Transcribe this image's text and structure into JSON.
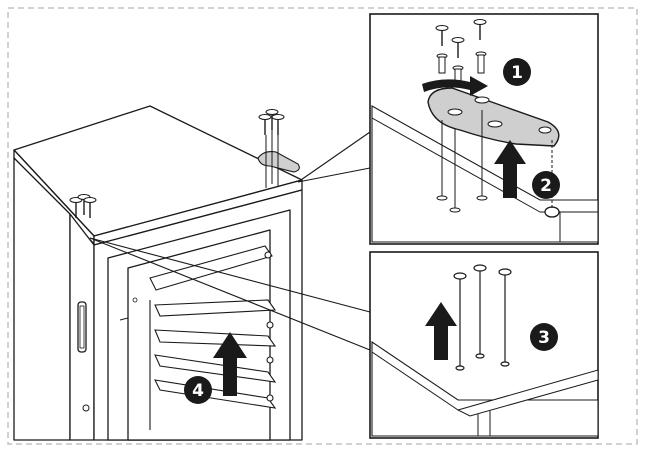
{
  "steps": [
    {
      "number": "1"
    },
    {
      "number": "2"
    },
    {
      "number": "3"
    },
    {
      "number": "4"
    }
  ],
  "colors": {
    "line": "#1a1a1a",
    "dash_border": "#b8b8b8",
    "fill": "#ffffff",
    "hinge_fill": "#cfcfcf",
    "badge": "#1a1a1a"
  },
  "icons": {
    "arrow": "up-arrow-icon",
    "screw": "screw-icon",
    "hinge": "hinge-bracket-icon"
  }
}
